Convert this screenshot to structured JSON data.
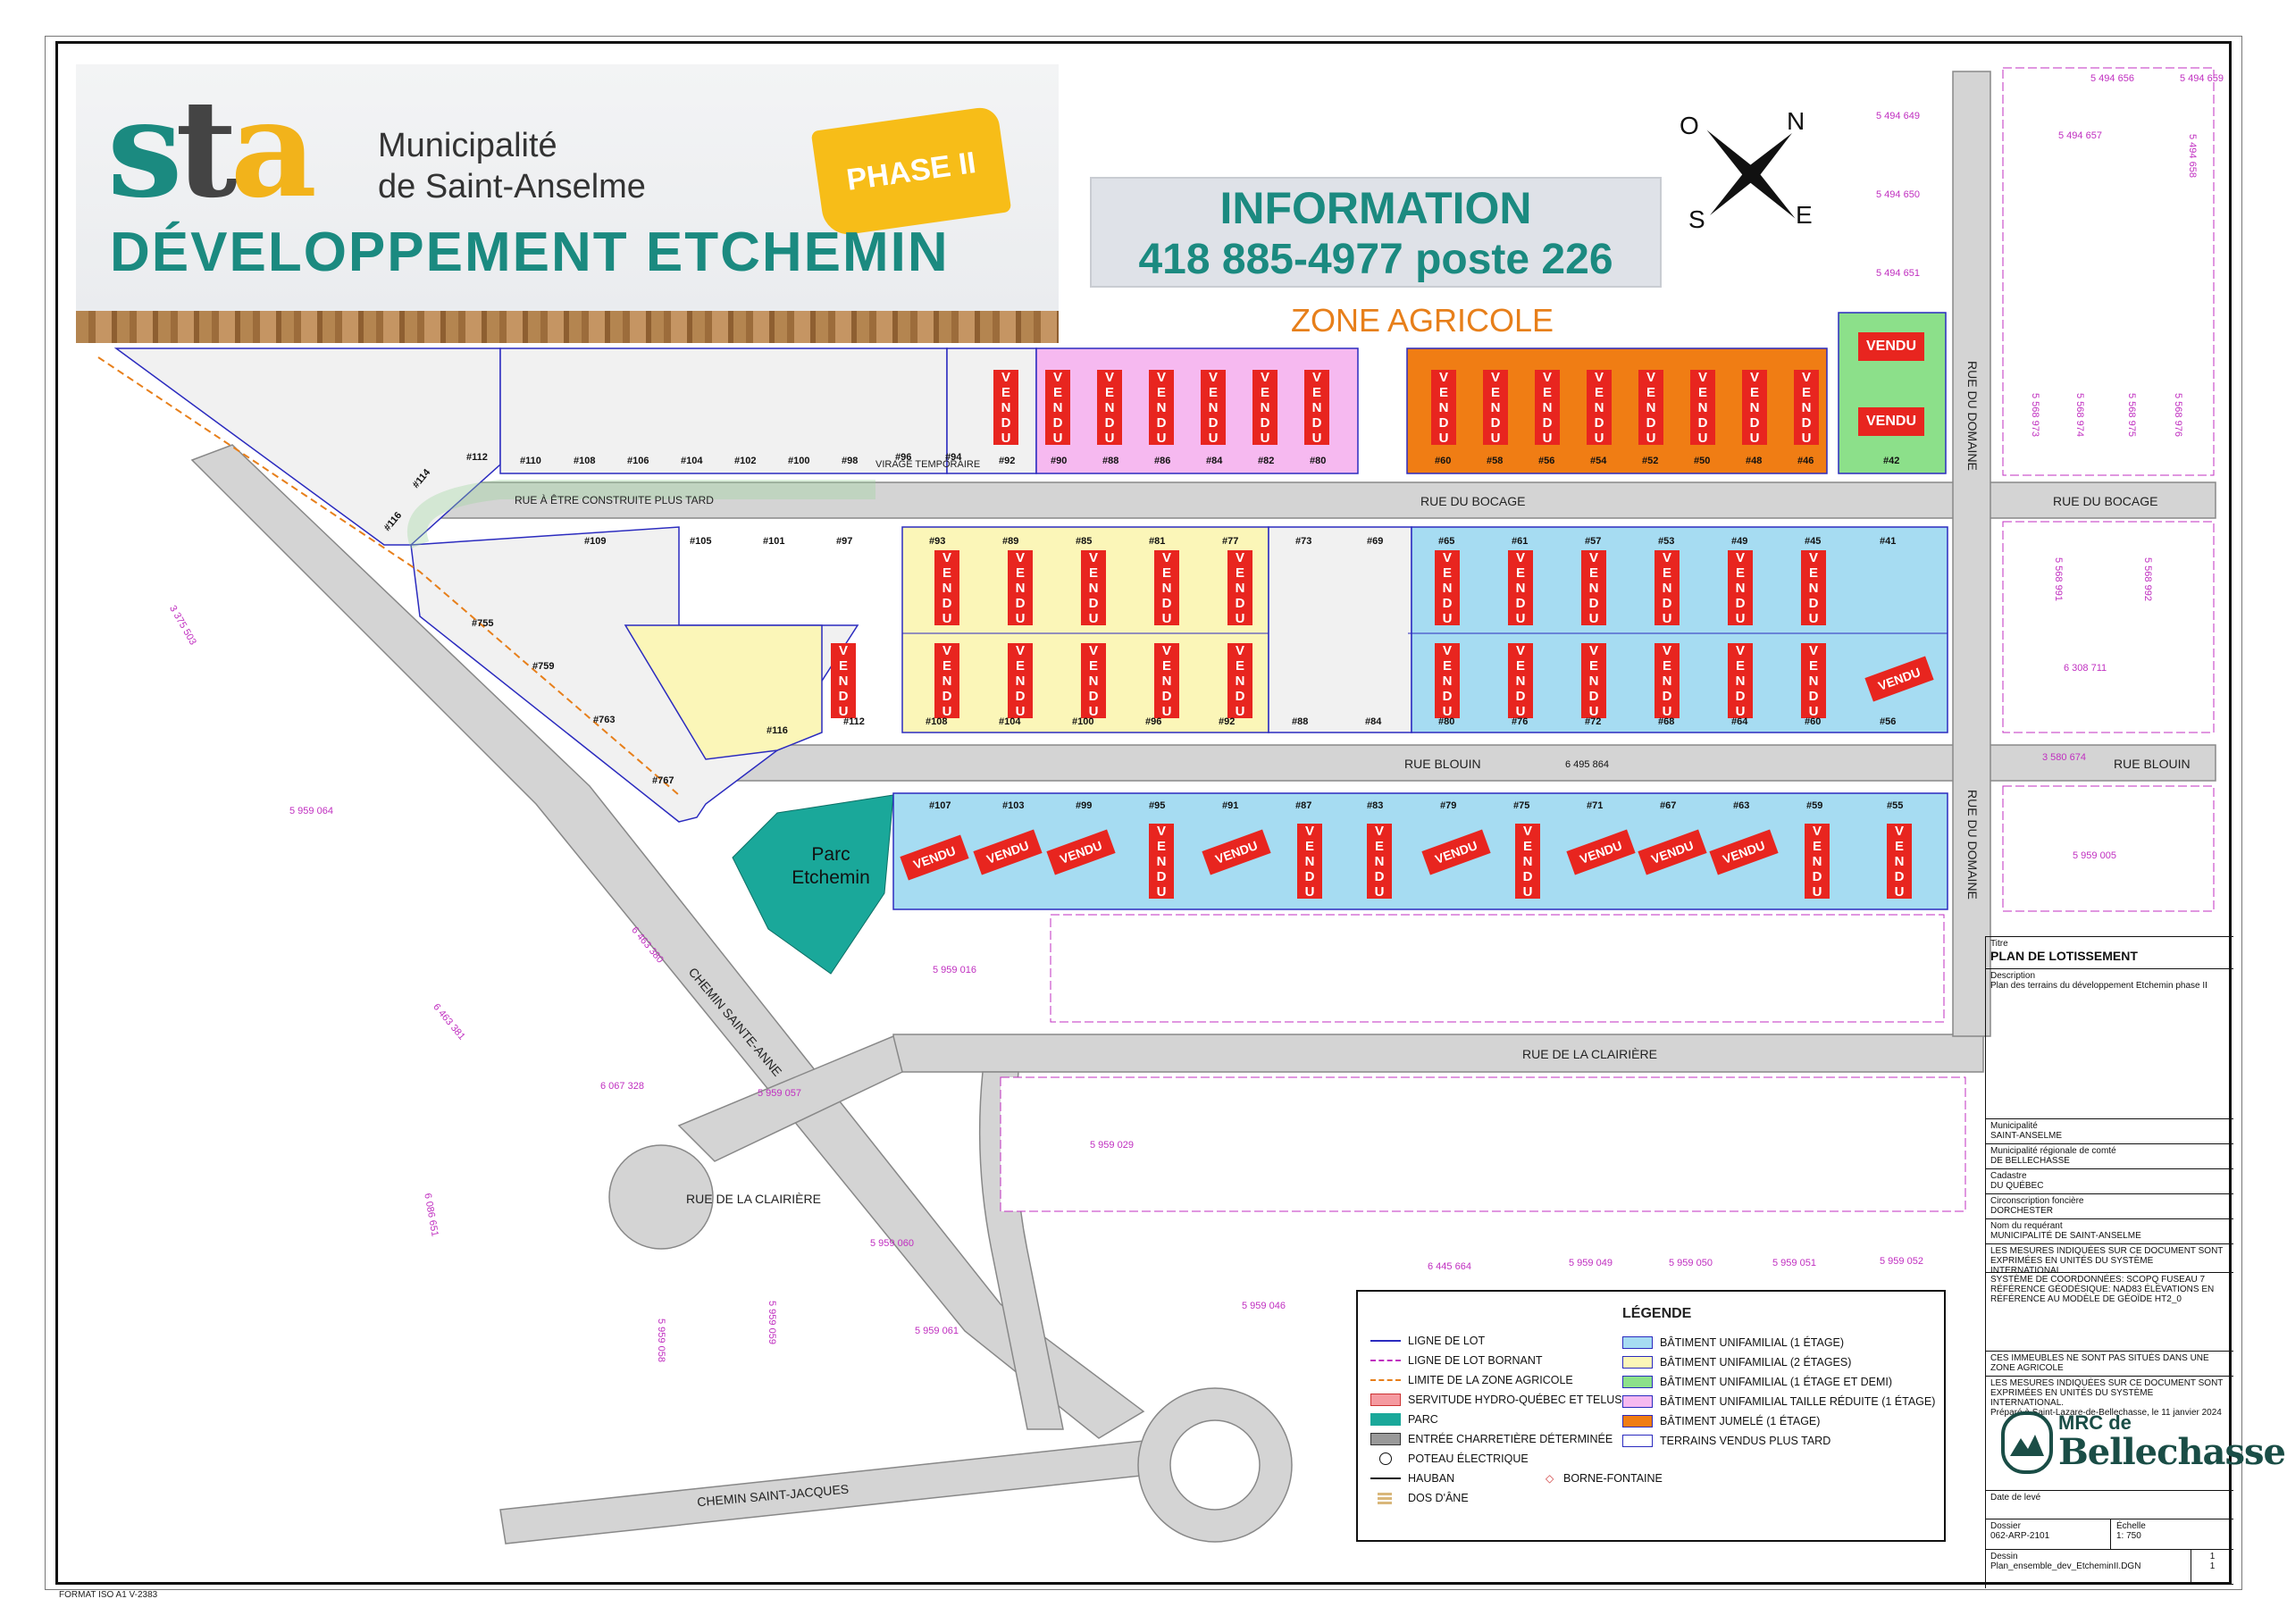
{
  "header": {
    "logo_letters": [
      "s",
      "t",
      "a"
    ],
    "municipality_line1": "Municipalité",
    "municipality_line2": "de Saint-Anselme",
    "phase_badge": "PHASE II",
    "development_title": "DÉVELOPPEMENT ETCHEMIN"
  },
  "info_box": {
    "title": "INFORMATION",
    "phone": "418 885-4977 poste 226"
  },
  "zone_label": "ZONE AGRICOLE",
  "compass": {
    "n": "N",
    "e": "E",
    "s": "S",
    "o": "O"
  },
  "streets": {
    "bocage_1": "RUE DU BOCAGE",
    "bocage_2": "RUE DU BOCAGE",
    "blouin_1": "RUE BLOUIN",
    "blouin_2": "RUE BLOUIN",
    "clairiere_1": "RUE DE LA CLAIRIÈRE",
    "clairiere_2": "RUE DE LA CLAIRIÈRE",
    "domaine_1": "RUE DU DOMAINE",
    "domaine_2": "RUE DU DOMAINE",
    "sainte_anne": "CHEMIN SAINTE-ANNE",
    "saint_jacques": "CHEMIN SAINT-JACQUES",
    "future_street": "RUE À ÊTRE CONSTRUITE PLUS TARD",
    "virage": "VIRAGE TEMPORAIRE"
  },
  "park": {
    "line1": "Parc",
    "line2": "Etchemin"
  },
  "sold_label": "VENDU",
  "lots_top_row": [
    "#112",
    "#110",
    "#108",
    "#106",
    "#104",
    "#102",
    "#100",
    "#98",
    "#96",
    "#94",
    "#92",
    "#90",
    "#88",
    "#86",
    "#84",
    "#82",
    "#80"
  ],
  "lots_top_right": [
    "#60",
    "#58",
    "#56",
    "#54",
    "#52",
    "#50",
    "#48",
    "#46",
    "#42"
  ],
  "lots_mid_upper": [
    "#109",
    "#105",
    "#101",
    "#97",
    "#93",
    "#89",
    "#85",
    "#81",
    "#77",
    "#73",
    "#69",
    "#65",
    "#61",
    "#57",
    "#53",
    "#49",
    "#45",
    "#41"
  ],
  "lots_mid_lower": [
    "#112",
    "#108",
    "#104",
    "#100",
    "#96",
    "#92",
    "#88",
    "#84",
    "#80",
    "#76",
    "#72",
    "#68",
    "#64",
    "#60",
    "#56"
  ],
  "lots_bottom_row": [
    "#107",
    "#103",
    "#99",
    "#95",
    "#91",
    "#87",
    "#83",
    "#79",
    "#75",
    "#71",
    "#67",
    "#63",
    "#59",
    "#55"
  ],
  "lots_diagonal": [
    "#114",
    "#116",
    "#755",
    "#759",
    "#763",
    "#767",
    "#116"
  ],
  "cadastre_labels": {
    "c1": "5 494 656",
    "c2": "5 494 659",
    "c3": "5 494 649",
    "c4": "5 494 657",
    "c5": "5 494 650",
    "c6": "5 494 651",
    "c7": "5 494 658",
    "c8": "3 375 503",
    "c9": "5 959 064",
    "c10": "6 463 380",
    "c11": "6 463 381",
    "c12": "6 067 328",
    "c13": "5 959 057",
    "c14": "6 086 651",
    "c15": "5 959 016",
    "c16": "5 959 029",
    "c17": "5 959 060",
    "c18": "5 959 061",
    "c19": "5 959 058",
    "c20": "5 959 059",
    "c21": "5 959 046",
    "c22": "6 445 664",
    "c23": "5 959 049",
    "c24": "5 959 050",
    "c25": "5 959 051",
    "c26": "5 959 052",
    "c27": "6 495 864",
    "c28": "3 580 674",
    "c29": "5 959 005",
    "c30": "6 308 711",
    "c31": "5 568 991",
    "c32": "5 568 992",
    "c33": "5 568 973",
    "c34": "5 568 974",
    "c35": "5 568 975",
    "c36": "5 568 976"
  },
  "legend": {
    "title": "LÉGENDE",
    "items_left": [
      "LIGNE DE LOT",
      "LIGNE DE LOT BORNANT",
      "LIMITE DE LA ZONE AGRICOLE",
      "SERVITUDE HYDRO-QUÉBEC ET TELUS",
      "PARC",
      "ENTRÉE CHARRETIÈRE DÉTERMINÉE",
      "POTEAU ÉLECTRIQUE",
      "HAUBAN",
      "BORNE-FONTAINE",
      "DOS D'ÂNE"
    ],
    "items_right": [
      "BÂTIMENT UNIFAMILIAL (1 ÉTAGE)",
      "BÂTIMENT UNIFAMILIAL (2 ÉTAGES)",
      "BÂTIMENT UNIFAMILIAL (1 ÉTAGE ET DEMI)",
      "BÂTIMENT UNIFAMILIAL TAILLE RÉDUITE (1 ÉTAGE)",
      "BÂTIMENT JUMELÉ  (1 ÉTAGE)",
      "TERRAINS VENDUS PLUS TARD"
    ],
    "colors": {
      "unifamilial_1": "#a6dcf2",
      "unifamilial_2": "#fbf6b8",
      "unifamilial_15": "#8ce08a",
      "reduite": "#f6b9f0",
      "jumele": "#f07d14",
      "plus_tard": "#ffffff",
      "parc": "#1aa89a",
      "servitude": "#f59aa0",
      "sold": "#e8251f"
    }
  },
  "title_block": {
    "titre_label": "Titre",
    "titre": "PLAN DE LOTISSEMENT",
    "desc_label": "Description",
    "desc": "Plan des terrains du développement Etchemin phase II",
    "muni_label": "Municipalité",
    "muni": "SAINT-ANSELME",
    "mrc_label": "Municipalité régionale de comté",
    "mrc": "DE BELLECHASSE",
    "cad_label": "Cadastre",
    "cad": "DU QUÉBEC",
    "circ_label": "Circonscription foncière",
    "circ": "DORCHESTER",
    "req_label": "Nom du requérant",
    "req": "MUNICIPALITÉ DE SAINT-ANSELME",
    "note1": "LES MESURES INDIQUÉES SUR CE DOCUMENT SONT EXPRIMÉES EN UNITÉS DU SYSTÈME INTERNATIONAL.",
    "note2": "SYSTÈME DE COORDONNÉES: SCOPQ FUSEAU 7 RÉFÉRENCE GÉODÉSIQUE: NAD83 ÉLÉVATIONS EN RÉFÉRENCE AU MODÈLE DE GÉOÏDE HT2_0",
    "note3": "CES IMMEUBLES NE SONT PAS SITUÉS DANS UNE ZONE AGRICOLE",
    "note4": "LES MESURES INDIQUÉES SUR CE DOCUMENT SONT EXPRIMÉES EN UNITÉS DU SYSTÈME INTERNATIONAL.",
    "prepared": "Préparé à Saint-Lazare-de-Bellechasse, le 11 janvier 2024",
    "mrc_logo_1": "MRC de",
    "mrc_logo_2": "Bellechasse",
    "date_label": "Date de levé",
    "dossier_label": "Dossier",
    "dossier": "062-ARP-2101",
    "echelle_label": "Échelle",
    "echelle": "1: 750",
    "dessin_label": "Dessin",
    "dessin": "Plan_ensemble_dev_EtcheminII.DGN",
    "page": "1",
    "pages": "1"
  },
  "format_note": "FORMAT ISO A1 V-2383"
}
